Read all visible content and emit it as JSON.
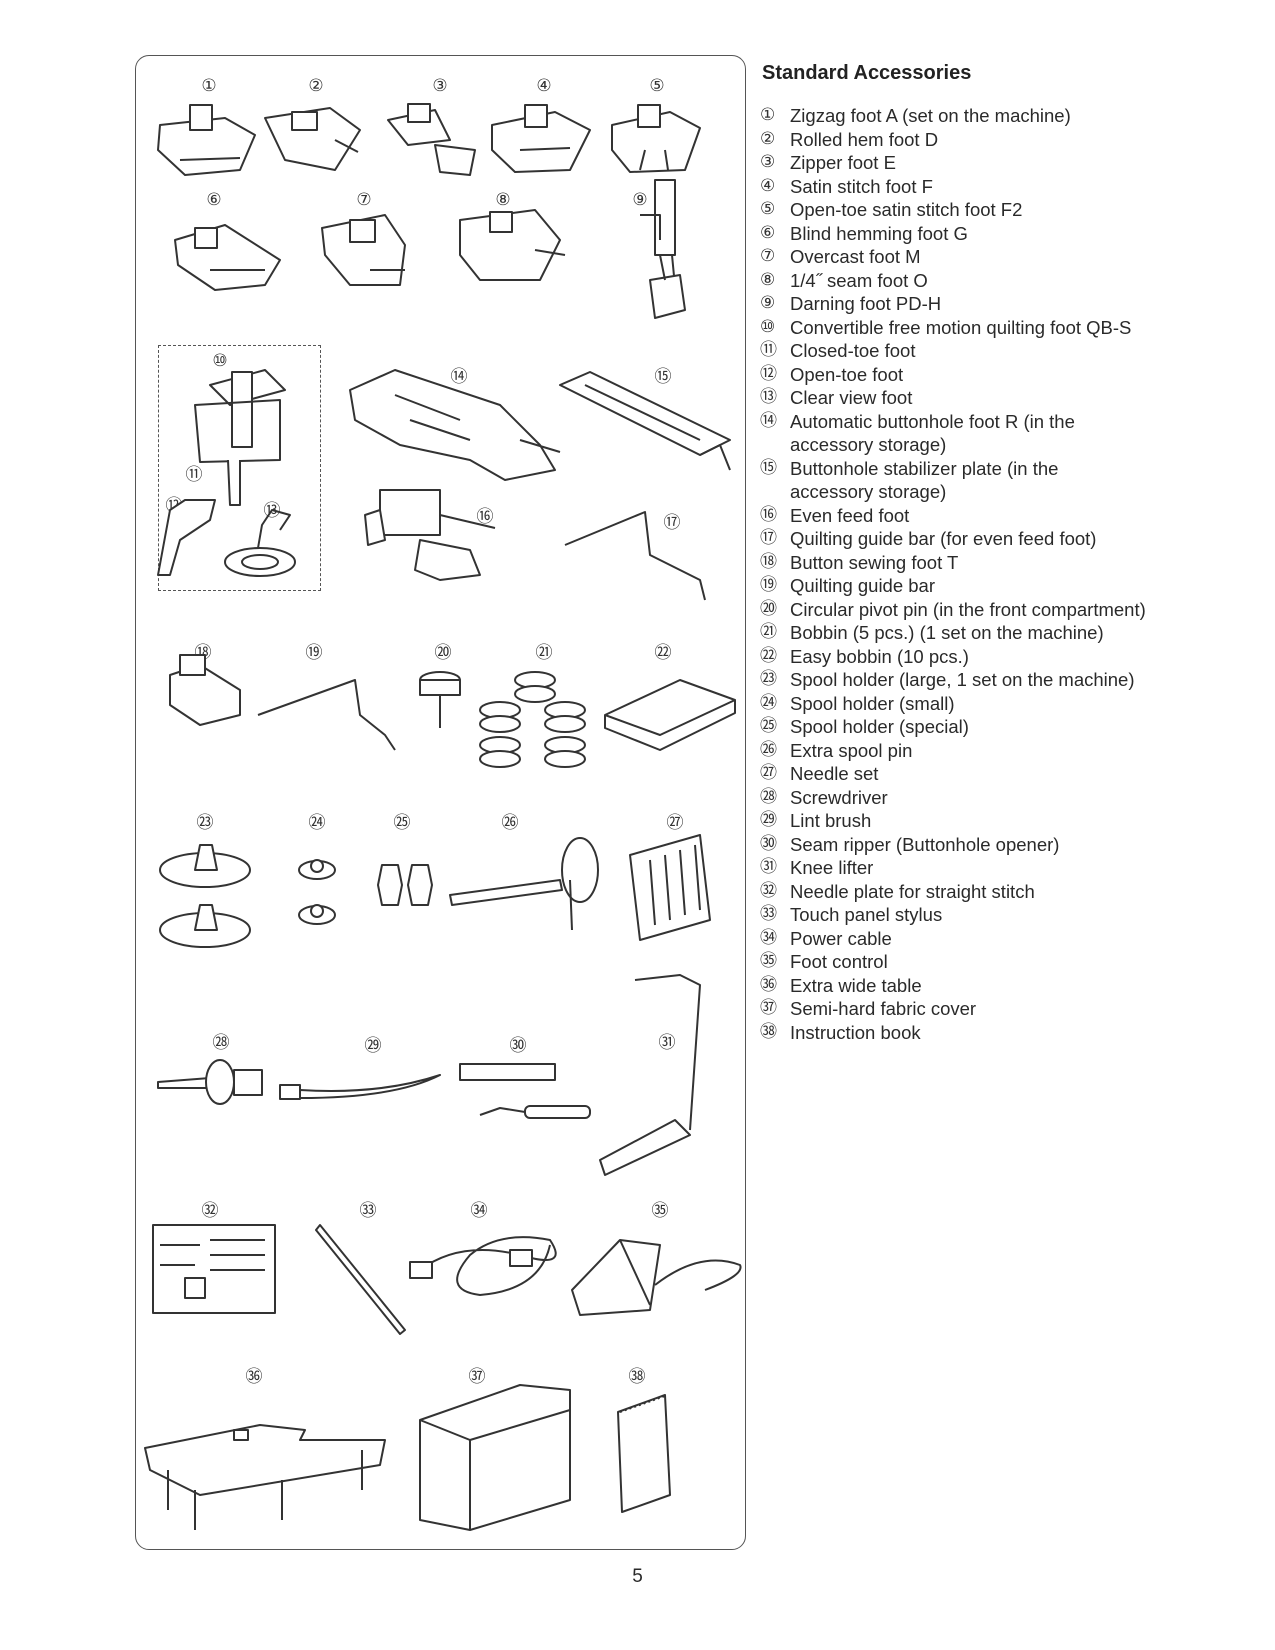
{
  "heading": "Standard Accessories",
  "page_number": "5",
  "figure_labels": [
    "①",
    "②",
    "③",
    "④",
    "⑤",
    "⑥",
    "⑦",
    "⑧",
    "⑨",
    "⑩",
    "⑪",
    "⑫",
    "⑬",
    "⑭",
    "⑮",
    "⑯",
    "⑰",
    "⑱",
    "⑲",
    "⑳",
    "㉑",
    "㉒",
    "㉓",
    "㉔",
    "㉕",
    "㉖",
    "㉗",
    "㉘",
    "㉙",
    "㉚",
    "㉛",
    "㉜",
    "㉝",
    "㉞",
    "㉟",
    "㊱",
    "㊲",
    "㊳"
  ],
  "items": [
    {
      "marker": "①",
      "text": "Zigzag foot A (set on the machine)"
    },
    {
      "marker": "②",
      "text": "Rolled hem foot D"
    },
    {
      "marker": "③",
      "text": "Zipper foot E"
    },
    {
      "marker": "④",
      "text": "Satin stitch foot F"
    },
    {
      "marker": "⑤",
      "text": "Open-toe satin stitch foot F2"
    },
    {
      "marker": "⑥",
      "text": "Blind hemming foot G"
    },
    {
      "marker": "⑦",
      "text": "Overcast foot M"
    },
    {
      "marker": "⑧",
      "text": "1/4˝ seam foot O"
    },
    {
      "marker": "⑨",
      "text": "Darning foot PD-H"
    },
    {
      "marker": "⑩",
      "text": "Convertible free motion quilting foot QB-S"
    },
    {
      "marker": "⑪",
      "text": "Closed-toe foot"
    },
    {
      "marker": "⑫",
      "text": "Open-toe foot"
    },
    {
      "marker": "⑬",
      "text": "Clear view foot"
    },
    {
      "marker": "⑭",
      "text": "Automatic buttonhole foot R (in the"
    },
    {
      "marker": "",
      "text": "accessory storage)"
    },
    {
      "marker": "⑮",
      "text": "Buttonhole stabilizer plate (in the"
    },
    {
      "marker": "",
      "text": "accessory storage)"
    },
    {
      "marker": "⑯",
      "text": "Even feed foot"
    },
    {
      "marker": "⑰",
      "text": "Quilting guide bar (for even feed foot)"
    },
    {
      "marker": "⑱",
      "text": "Button sewing foot T"
    },
    {
      "marker": "⑲",
      "text": "Quilting guide bar"
    },
    {
      "marker": "⑳",
      "text": "Circular pivot pin (in the front compartment)"
    },
    {
      "marker": "㉑",
      "text": "Bobbin (5 pcs.) (1 set on the machine)"
    },
    {
      "marker": "㉒",
      "text": "Easy bobbin (10 pcs.)"
    },
    {
      "marker": "㉓",
      "text": "Spool holder (large, 1 set on the machine)"
    },
    {
      "marker": "㉔",
      "text": "Spool holder (small)"
    },
    {
      "marker": "㉕",
      "text": "Spool holder (special)"
    },
    {
      "marker": "㉖",
      "text": "Extra spool pin"
    },
    {
      "marker": "㉗",
      "text": "Needle set"
    },
    {
      "marker": "㉘",
      "text": "Screwdriver"
    },
    {
      "marker": "㉙",
      "text": "Lint brush"
    },
    {
      "marker": "㉚",
      "text": "Seam ripper (Buttonhole opener)"
    },
    {
      "marker": "㉛",
      "text": "Knee lifter"
    },
    {
      "marker": "㉜",
      "text": "Needle plate for straight stitch"
    },
    {
      "marker": "㉝",
      "text": "Touch panel stylus"
    },
    {
      "marker": "㉞",
      "text": "Power cable"
    },
    {
      "marker": "㉟",
      "text": "Foot control"
    },
    {
      "marker": "㊱",
      "text": "Extra wide table"
    },
    {
      "marker": "㊲",
      "text": "Semi-hard fabric cover"
    },
    {
      "marker": "㊳",
      "text": "Instruction book"
    }
  ]
}
